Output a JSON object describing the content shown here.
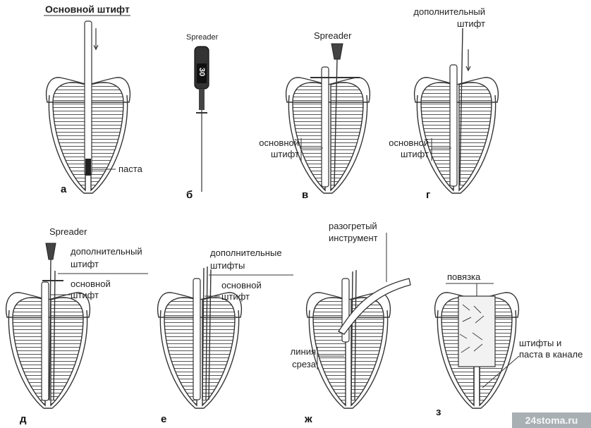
{
  "figure": {
    "panels": [
      {
        "id": "a",
        "letter": "а"
      },
      {
        "id": "b",
        "letter": "б"
      },
      {
        "id": "v",
        "letter": "в"
      },
      {
        "id": "g",
        "letter": "г"
      },
      {
        "id": "d",
        "letter": "д"
      },
      {
        "id": "e",
        "letter": "е"
      },
      {
        "id": "zh",
        "letter": "ж"
      },
      {
        "id": "z",
        "letter": "з"
      }
    ],
    "labels": {
      "main_pin_bold": "Основной штифт",
      "paste": "паста",
      "spreader": "Spreader",
      "instrument_number": "30",
      "main_pin_1": "основной",
      "main_pin_2": "штифт",
      "extra_pin_1": "дополнительный",
      "extra_pin_2": "штифт",
      "extra_pins_1": "дополнительные",
      "extra_pins_2": "штифты",
      "heated_1": "разогретый",
      "heated_2": "инструмент",
      "cut_1": "линия",
      "cut_2": "среза",
      "dressing": "повязка",
      "pins_paste_1": "штифты и",
      "pins_paste_2": "паста в канале"
    },
    "watermark": "24stoma.ru"
  }
}
